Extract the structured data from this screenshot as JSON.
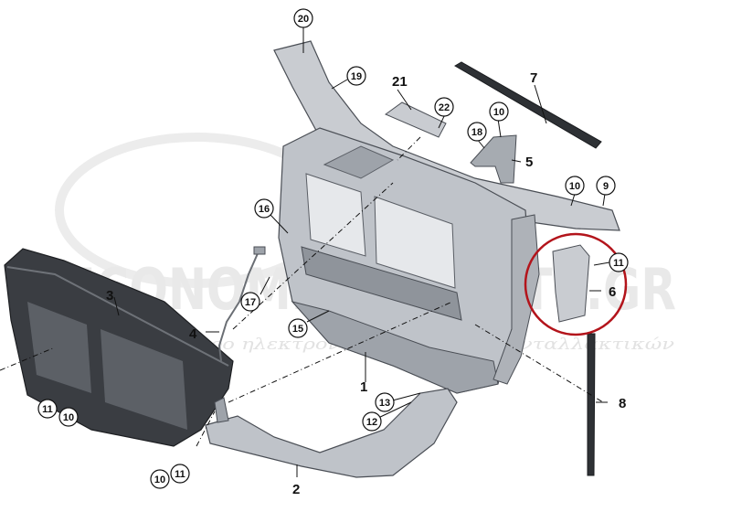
{
  "watermark": {
    "brand": "ECONOMICAL PARTS.GR",
    "tagline": "το μεγαλύτερο ηλεκτρονικό κατάστημα ανταλλακτικών"
  },
  "callouts": {
    "n1": "1",
    "n2": "2",
    "n3": "3",
    "n4": "4",
    "n5": "5",
    "n6": "6",
    "n7": "7",
    "n8": "8",
    "n9": "9",
    "n10a": "10",
    "n10b": "10",
    "n10c": "10",
    "n10d": "10",
    "n11a": "11",
    "n11b": "11",
    "n11c": "11",
    "n12": "12",
    "n13": "13",
    "n15": "15",
    "n16": "16",
    "n17": "17",
    "n18": "18",
    "n19": "19",
    "n20": "20",
    "n21": "21",
    "n22": "22"
  },
  "colors": {
    "part_fill": "#c9ccd1",
    "part_shadow": "#9ea3aa",
    "part_dark": "#3a3d42",
    "highlight_ring": "#b3141b"
  }
}
